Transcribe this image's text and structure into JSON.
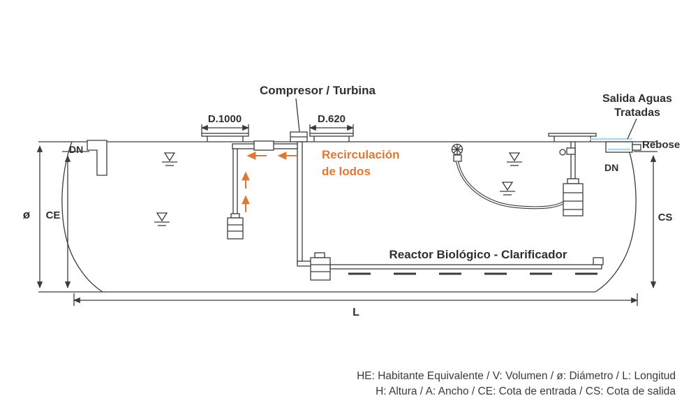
{
  "labels": {
    "compresor_turbina": "Compresor / Turbina",
    "d1000": "D.1000",
    "d620": "D.620",
    "salida_aguas_line1": "Salida Aguas",
    "salida_aguas_line2": "Tratadas",
    "rebose": "Rebose",
    "dn_inlet": "DN",
    "dn_outlet": "DN",
    "diametro": "ø",
    "cota_entrada": "CE",
    "cota_salida": "CS",
    "longitud": "L",
    "recirculacion_line1": "Recirculación",
    "recirculacion_line2": "de lodos",
    "reactor": "Reactor Biológico - Clarificador"
  },
  "legend": {
    "line1": "HE: Habitante Equivalente / V: Volumen / ø: Diámetro / L: Longitud",
    "line2": "H: Altura / A: Ancho / CE: Cota de entrada / CS: Cota de salida"
  },
  "colors": {
    "line": "#3a3a3a",
    "text": "#2f2f2f",
    "accent_orange": "#df7735",
    "outlet_blue": "#a9d9ec"
  }
}
